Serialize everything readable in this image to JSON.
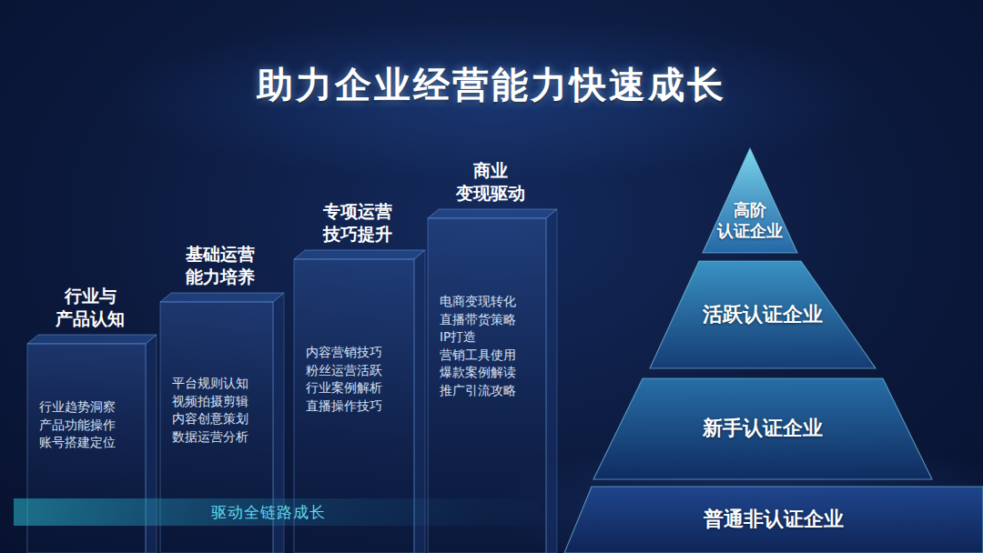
{
  "diagram": {
    "title": "助力企业经营能力快速成长",
    "nodes": [
      {
        "text": [
          "行业与 产品认知",
          "行业趋势洞察 产品功能操作 账号搭建定位"
        ]
      },
      {
        "text": [
          "基础运营 能力培养",
          "平台规则认知 视频拍摄剪辑 内容创意策划 数据运营分析"
        ]
      },
      {
        "text": [
          "专项运营 技巧提升",
          "内容营销技巧 粉丝运营活跃 行业案例解析 直播操作技巧"
        ]
      },
      {
        "text": [
          "商业 变现驱动",
          "电商变现转化 直播带货策略 IP打造 营销工具使用 爆款案例解读 推广引流攻略"
        ]
      },
      {
        "text": [
          "驱动全链路成长"
        ]
      },
      {
        "text": [
          "高阶 认证企业"
        ]
      },
      {
        "text": [
          "活跃认证企业"
        ]
      },
      {
        "text": [
          "新手认证企业"
        ]
      },
      {
        "text": [
          "普通非认证企业"
        ]
      }
    ]
  }
}
